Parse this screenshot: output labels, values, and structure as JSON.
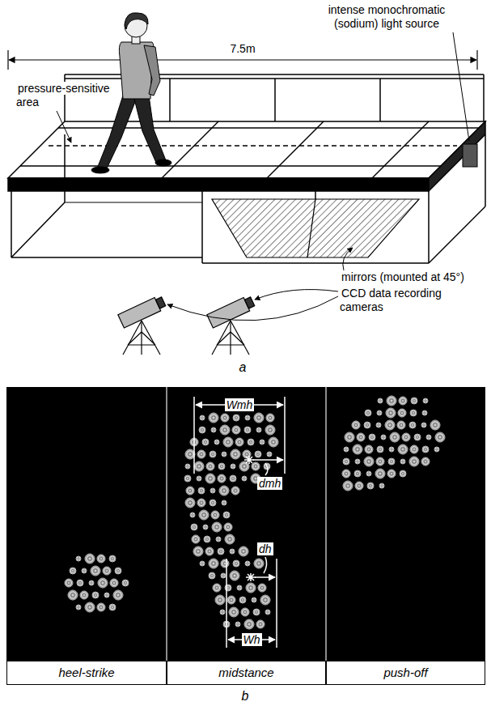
{
  "diagram": {
    "nodes": [
      {
        "text": [
          "heel-strike"
        ]
      },
      {
        "text": [
          "midstance"
        ]
      },
      {
        "text": [
          "push-off"
        ]
      }
    ],
    "labels": [
      "intense monochromatic (sodium) light source",
      "7.5m",
      "pressure-sensitive area",
      "mirrors (mounted at 45°)",
      "CCD data recording cameras",
      "a",
      "Wmh",
      "dmh",
      "dh",
      "Wh",
      "b"
    ]
  }
}
